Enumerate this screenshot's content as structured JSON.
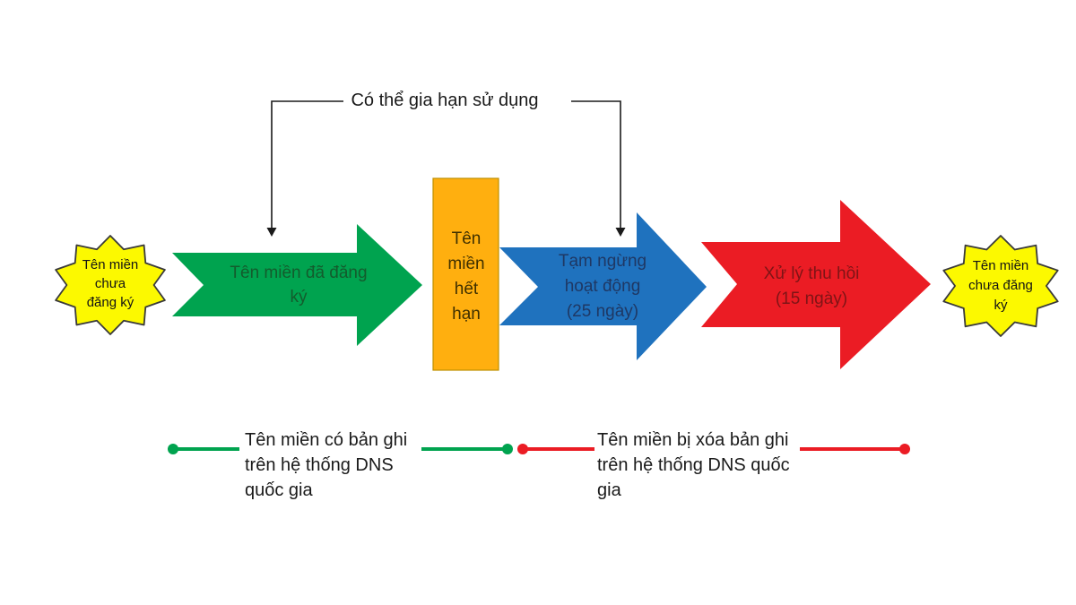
{
  "annotation": {
    "text": "Có thể gia hạn sử dụng",
    "line_color": "#1a1a1a"
  },
  "nodes": {
    "start_star": {
      "label": "Tên miền chưa đăng ký",
      "lines": [
        "Tên miền",
        "chưa",
        "đăng ký"
      ],
      "fill": "#fcf900",
      "stroke": "#3a3a3a"
    },
    "registered_arrow": {
      "label": "Tên miền đã đăng ký",
      "lines": [
        "Tên miền đã đăng",
        "ký"
      ],
      "fill": "#00a34f"
    },
    "expired_box": {
      "label": "Tên miền hết hạn",
      "lines": [
        "Tên",
        "miền",
        "hết",
        "hạn"
      ],
      "fill": "#ffaf0f",
      "stroke": "#bf8f00"
    },
    "suspended_arrow": {
      "label": "Tạm ngừng hoạt động (25 ngày)",
      "lines": [
        "Tạm ngừng",
        "hoạt động",
        "(25 ngày)"
      ],
      "fill": "#1f72be"
    },
    "revoke_arrow": {
      "label": "Xử lý thu hồi (15 ngày)",
      "lines": [
        "Xử lý thu hồi",
        "(15 ngày)"
      ],
      "fill": "#eb1c24"
    },
    "end_star": {
      "label": "Tên miền chưa đăng ký",
      "lines": [
        "Tên miền",
        "chưa đăng",
        "ký"
      ],
      "fill": "#fcf900",
      "stroke": "#3a3a3a"
    }
  },
  "legend": {
    "green": {
      "label": "Tên miền có bản ghi trên hệ thống DNS quốc gia",
      "lines": [
        "Tên miền có bản ghi",
        "trên hệ thống DNS",
        "quốc gia"
      ],
      "color": "#00a34f"
    },
    "red": {
      "label": "Tên miền bị xóa bản ghi trên hệ thống DNS quốc gia",
      "lines": [
        "Tên miền bị xóa bản ghi",
        "trên hệ thống DNS quốc",
        "gia"
      ],
      "color": "#eb1c24"
    }
  }
}
